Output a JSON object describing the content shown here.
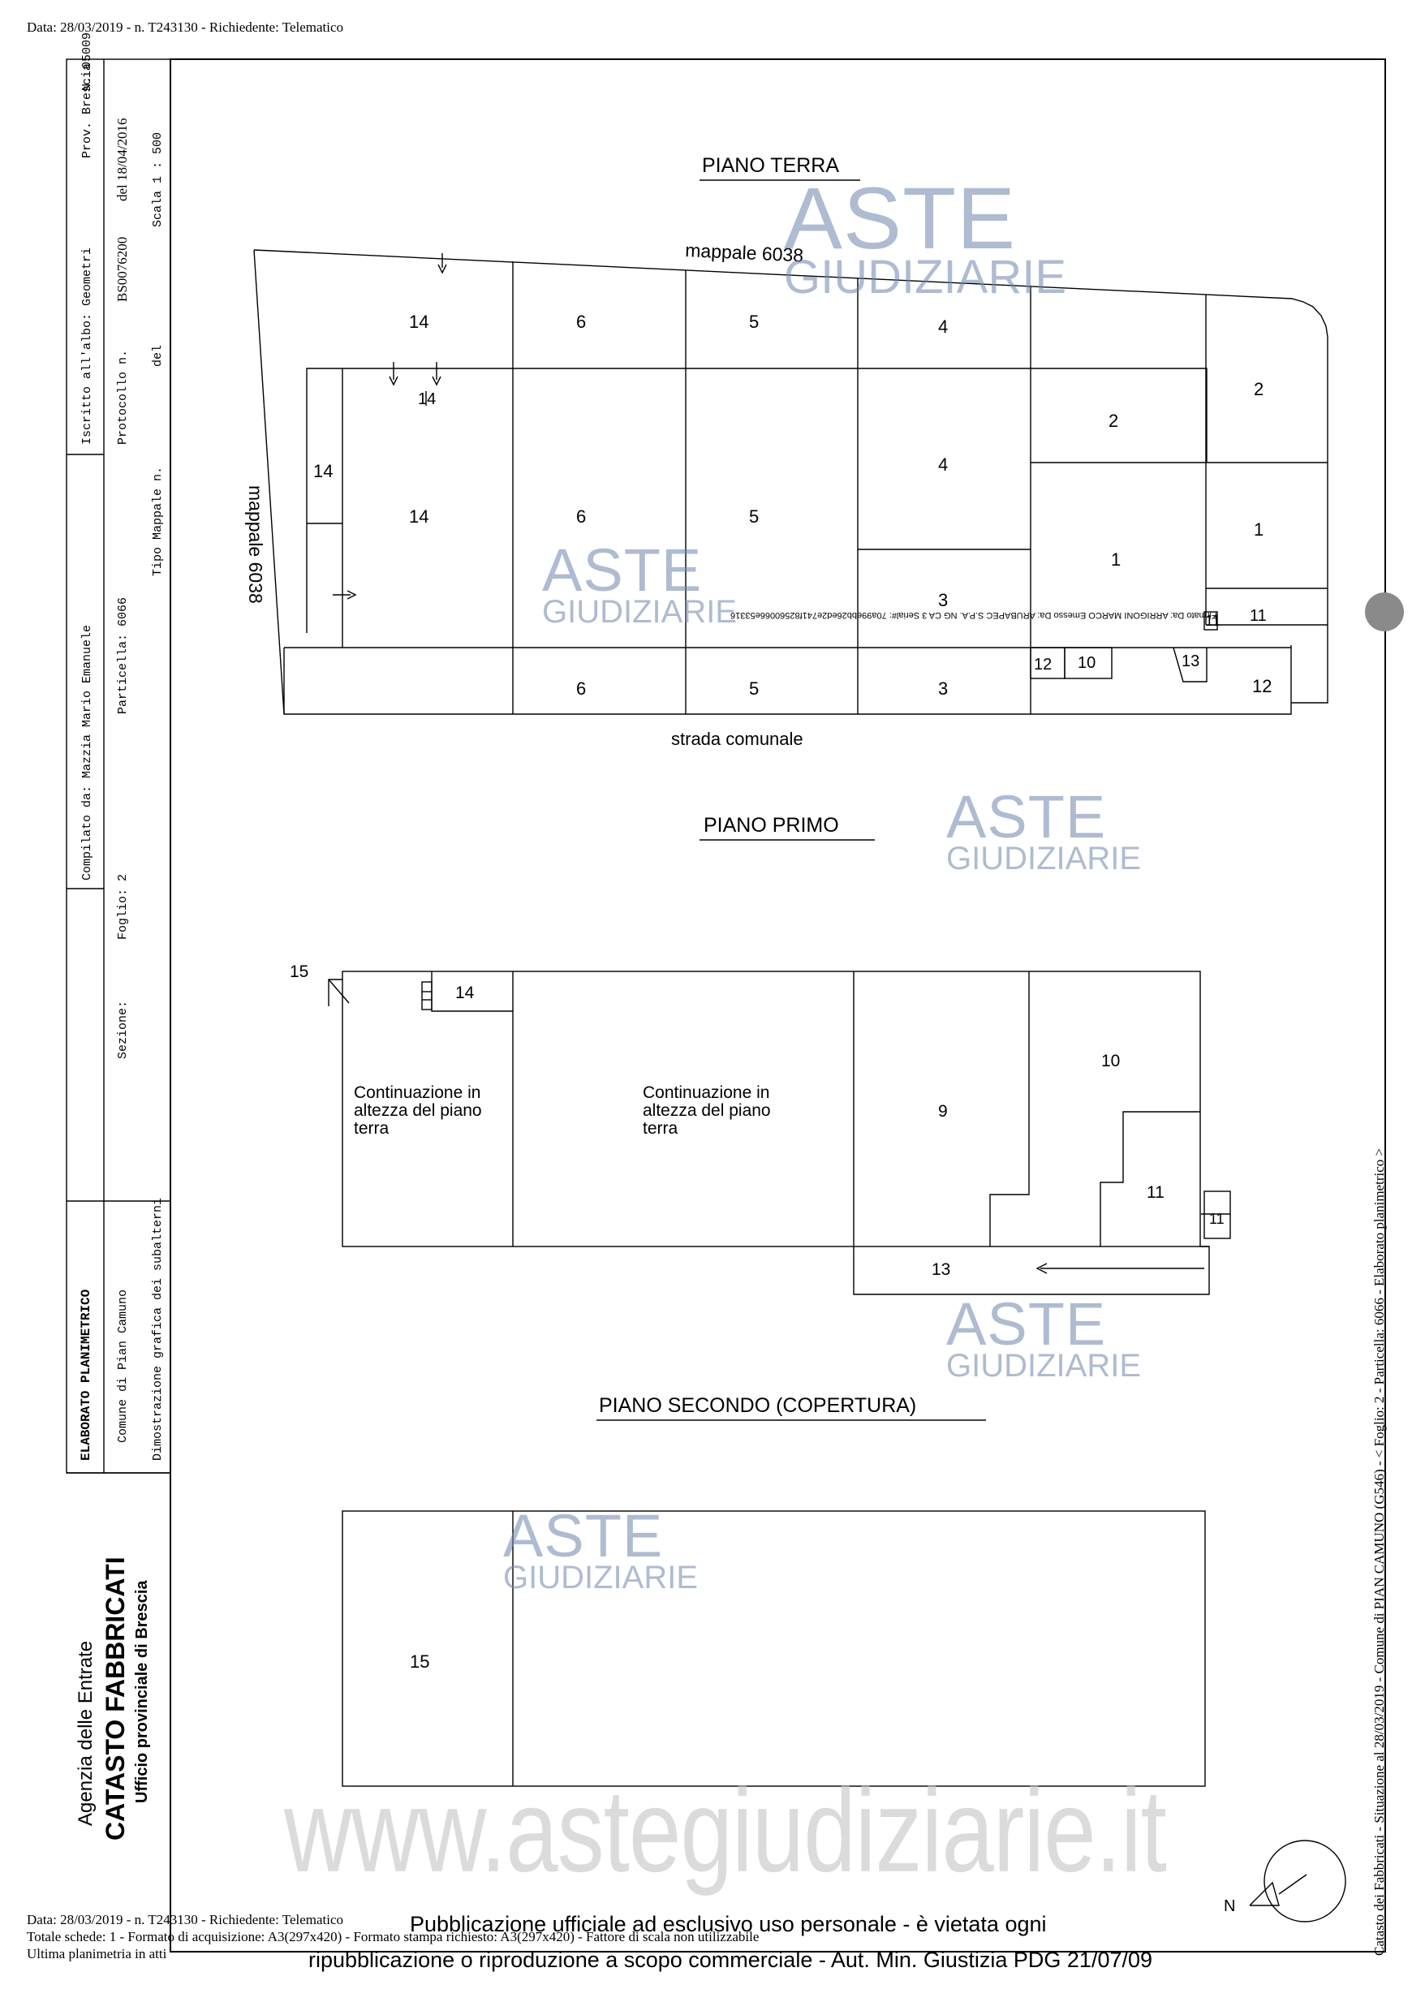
{
  "header": {
    "line": "Data: 28/03/2019 - n. T243130 - Richiedente: Telematico"
  },
  "sidebar": {
    "prov": "Prov. Brescia",
    "n": "N. 05009",
    "iscritto": "Iscritto all'albo: Geometri",
    "compilato": "Compilato da: Mazzia Mario Emanuele",
    "elaborato": "ELABORATO PLANIMETRICO",
    "protocollo": "Protocollo n.",
    "protocollo_num": "BS0076200",
    "protocollo_del": "del 18/04/2016",
    "particella": "Particella: 6066",
    "foglio": "Foglio: 2",
    "sezione": "Sezione:",
    "comune": "Comune di Pian Camuno",
    "tipo_mappale": "Tipo Mappale n.",
    "del": "del",
    "scala": "Scala 1 : 500",
    "dimostrazione": "Dimostrazione grafica dei subalterni",
    "agenzia": "Agenzia delle Entrate",
    "catasto": "CATASTO FABBRICATI",
    "ufficio": "Ufficio provinciale di  Brescia"
  },
  "plan": {
    "piano_terra": "PIANO TERRA",
    "piano_primo": "PIANO PRIMO",
    "piano_secondo": "PIANO SECONDO (COPERTURA)",
    "mappale_top": "mappale 6038",
    "mappale_left": "mappale 6038",
    "strada": "strada comunale",
    "continuazione": [
      "Continuazione in",
      "altezza del piano",
      "terra"
    ],
    "north": "N",
    "signature": "Firmato Da: ARRIGONI MARCO Emesso Da: ARUBAPEC S.P.A. NG CA 3 Serial#: 70a99ebb26ed2e741f82560066e53316"
  },
  "side_note": "Catasto dei Fabbricati - Situazione al 28/03/2019 - Comune di PIAN CAMUNO (G546) - < Foglio: 2 - Particella: 6066 - Elaborato planimetrico >",
  "watermarks": {
    "aste": "ASTE",
    "giudiziarie": "GIUDIZIARIE",
    "site": "www.astegiudiziarie.it"
  },
  "footer": {
    "line1": "Data: 28/03/2019 - n. T243130 - Richiedente: Telematico",
    "line2": "Totale schede: 1 - Formato di acquisizione: A3(297x420)  - Formato stampa richiesto: A3(297x420) - Fattore di scala non utilizzabile",
    "line3": "Ultima planimetria in atti",
    "pub1": "Pubblicazione ufficiale ad esclusivo uso personale - è vietata ogni",
    "pub2": "ripubblicazione o riproduzione a scopo commerciale - Aut. Min. Giustizia PDG 21/07/09"
  }
}
